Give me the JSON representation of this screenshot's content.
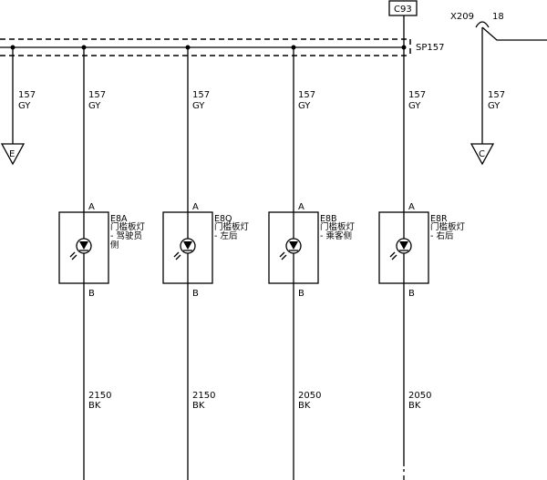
{
  "diagram": {
    "connector_c93": "C93",
    "splice": "SP157",
    "connector_x209": "X209",
    "x209_pin": "18",
    "ground_left": "E",
    "ground_right": "C",
    "branches": [
      {
        "circuit": "157",
        "color": "GY"
      },
      {
        "circuit": "157",
        "color": "GY"
      },
      {
        "circuit": "157",
        "color": "GY"
      },
      {
        "circuit": "157",
        "color": "GY"
      },
      {
        "circuit": "157",
        "color": "GY"
      },
      {
        "circuit": "157",
        "color": "GY"
      }
    ],
    "lamps": [
      {
        "code": "E8A",
        "desc1": "门槛板灯",
        "desc2": "- 驾驶员",
        "desc3": "侧",
        "pin_a": "A",
        "pin_b": "B",
        "out_circuit": "2150",
        "out_color": "BK"
      },
      {
        "code": "E8Q",
        "desc1": "门槛板灯",
        "desc2": "- 左后",
        "desc3": "",
        "pin_a": "A",
        "pin_b": "B",
        "out_circuit": "2150",
        "out_color": "BK"
      },
      {
        "code": "E8B",
        "desc1": "门槛板灯",
        "desc2": "- 乘客侧",
        "desc3": "",
        "pin_a": "A",
        "pin_b": "B",
        "out_circuit": "2050",
        "out_color": "BK"
      },
      {
        "code": "E8R",
        "desc1": "门槛板灯",
        "desc2": "- 右后",
        "desc3": "",
        "pin_a": "A",
        "pin_b": "B",
        "out_circuit": "2050",
        "out_color": "BK"
      }
    ]
  }
}
